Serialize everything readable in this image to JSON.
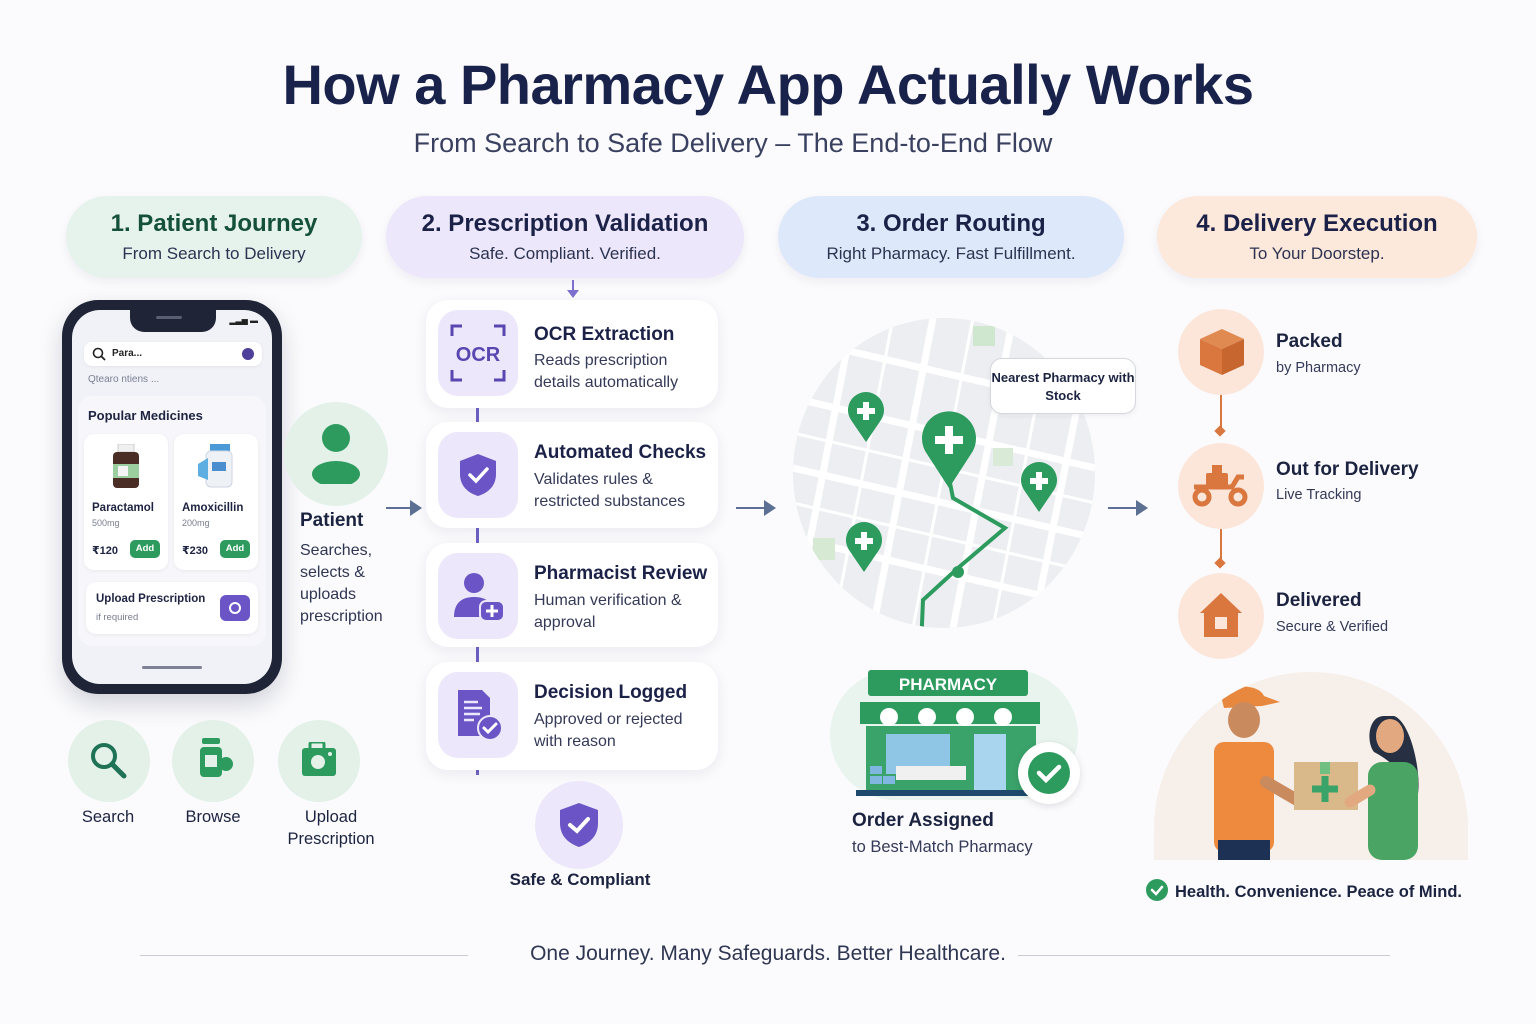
{
  "header": {
    "title": "How a Pharmacy App Actually Works",
    "subtitle": "From Search to Safe Delivery – The End-to-End Flow"
  },
  "stages": [
    {
      "heading": "1. Patient Journey",
      "subheading": "From Search to Delivery",
      "color": "#e6f3ec"
    },
    {
      "heading": "2. Prescription Validation",
      "subheading": "Safe. Compliant. Verified.",
      "color": "#ece7fb"
    },
    {
      "heading": "3. Order Routing",
      "subheading": "Right Pharmacy. Fast Fulfillment.",
      "color": "#dde9fb"
    },
    {
      "heading": "4. Delivery Execution",
      "subheading": "To Your Doorstep.",
      "color": "#fde8dc"
    }
  ],
  "phone": {
    "search_value": "Para...",
    "search_hint": "Qtearo ntiens ...",
    "section_title": "Popular Medicines",
    "medicines": [
      {
        "name": "Paractamol",
        "dose": "500mg",
        "price": "₹120",
        "button": "Add"
      },
      {
        "name": "Amoxicillin",
        "dose": "200mg",
        "price": "₹230",
        "button": "Add"
      }
    ],
    "upload": {
      "title": "Upload Prescription",
      "subtitle": "if required",
      "icon": "camera-icon"
    },
    "status_icons": "signal-wifi-battery"
  },
  "patient": {
    "title": "Patient",
    "description": "Searches, selects & uploads prescription",
    "icon": "user-icon"
  },
  "features": [
    {
      "label": "Search",
      "icon": "search-icon"
    },
    {
      "label": "Browse",
      "icon": "medicine-bottle-icon"
    },
    {
      "label": "Upload Prescription",
      "icon": "camera-icon"
    }
  ],
  "validation": {
    "steps": [
      {
        "title": "OCR Extraction",
        "description": "Reads prescription details automatically",
        "icon": "ocr-scan-icon",
        "icon_text": "OCR"
      },
      {
        "title": "Automated Checks",
        "description": "Validates rules & restricted substances",
        "icon": "shield-check-icon"
      },
      {
        "title": "Pharmacist Review",
        "description": "Human verification & approval",
        "icon": "pharmacist-icon"
      },
      {
        "title": "Decision Logged",
        "description": "Approved or rejected with reason",
        "icon": "document-check-icon"
      }
    ],
    "result": {
      "label": "Safe & Compliant",
      "icon": "shield-check-icon"
    }
  },
  "routing": {
    "callout": "Nearest Pharmacy with Stock",
    "store_sign": "PHARMACY",
    "order_title": "Order Assigned",
    "order_subtitle": "to Best-Match Pharmacy"
  },
  "delivery": {
    "steps": [
      {
        "title": "Packed",
        "subtitle": "by Pharmacy",
        "icon": "box-icon"
      },
      {
        "title": "Out for Delivery",
        "subtitle": "Live Tracking",
        "icon": "scooter-icon"
      },
      {
        "title": "Delivered",
        "subtitle": "Secure & Verified",
        "icon": "house-icon"
      }
    ],
    "tagline": "Health. Convenience. Peace of Mind."
  },
  "footer": {
    "text": "One Journey. Many Safeguards. Better Healthcare."
  },
  "colors": {
    "navy": "#19224a",
    "green": "#2e9b5e",
    "purple": "#6b55c6",
    "orange": "#d9773f",
    "arrow": "#5b7093"
  }
}
